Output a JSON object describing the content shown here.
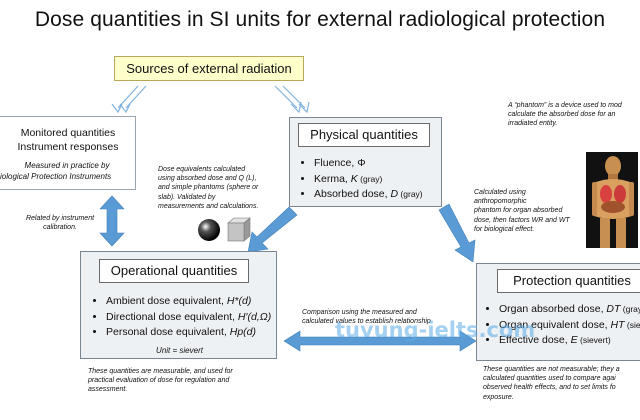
{
  "title": "Dose quantities in SI units for external radiological protection",
  "sources": {
    "label": "Sources of external radiation"
  },
  "monitored": {
    "title_line1": "Monitored quantities",
    "title_line2": "Instrument responses",
    "note_line1": "Measured in practice by",
    "note_line2": "iological Protection Instruments"
  },
  "physical": {
    "header": "Physical quantities",
    "items": [
      {
        "text": "Fluence, ",
        "sym": "Φ"
      },
      {
        "text": "Kerma, ",
        "sym": "K",
        "unit": " (gray)"
      },
      {
        "text": "Absorbed dose, ",
        "sym": "D",
        "unit": " (gray)"
      }
    ]
  },
  "operational": {
    "header": "Operational quantities",
    "items": [
      {
        "text": "Ambient dose equivalent, ",
        "sym": "H*(d)"
      },
      {
        "text": "Directional dose equivalent, ",
        "sym": "H′(d,Ω)"
      },
      {
        "text": "Personal dose equivalent, ",
        "sym": "Hp(d)"
      }
    ],
    "unit": "Unit = sievert"
  },
  "protection": {
    "header": "Protection quantities",
    "items": [
      {
        "text": "Organ absorbed dose, ",
        "sym": "DT",
        "unit": " (gray"
      },
      {
        "text": "Organ equivalent dose, ",
        "sym": "HT",
        "unit": " (siev"
      },
      {
        "text": "Effective dose, ",
        "sym": "E",
        "unit": " (sievert)"
      }
    ]
  },
  "notes": {
    "phantom": [
      "A “phantom” is a device used to mod",
      "calculate the absorbed dose for an",
      "irradiated entity."
    ],
    "dose_equiv": [
      "Dose equivalents calculated",
      "using absorbed dose and Q (L),",
      "and simple phantoms (sphere or",
      "slab). Validated by",
      "measurements and calculations."
    ],
    "calculated": [
      "Calculated using",
      "anthropomorphic",
      "phantom for organ absorbed",
      "dose, then factors WR and WT",
      "for biological effect."
    ],
    "related": [
      "Related by instrument",
      "calibration."
    ],
    "comparison": [
      "Comparison using the measured and",
      "calculated values to establish relationship"
    ],
    "measurable": [
      "These quantities are measurable, and used for",
      "practical  evaluation of dose for regulation and",
      "assessment."
    ],
    "not_measurable": [
      "These quantities are not measurable; they a",
      "calculated quantities used to compare agai",
      "observed health effects, and to set limits fo",
      "exposure."
    ]
  },
  "watermark": "tuvung-ielts.com",
  "colors": {
    "arrow": "#5b9bd5",
    "header_fill": "#ffffcc",
    "box_fill": "#eef1f4"
  }
}
